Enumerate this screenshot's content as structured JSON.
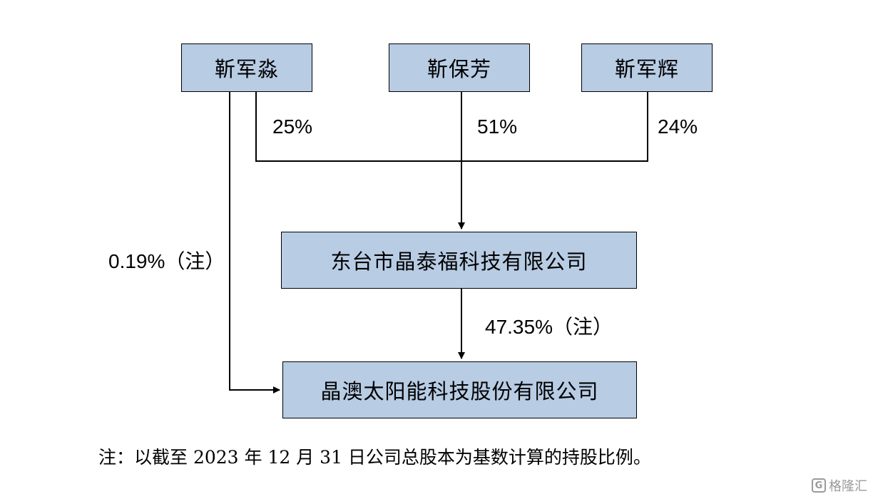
{
  "shareholders": {
    "jin_junmiao": {
      "name": "靳军淼",
      "share": "25%"
    },
    "jin_baofang": {
      "name": "靳保芳",
      "share": "51%"
    },
    "jin_junhui": {
      "name": "靳军辉",
      "share": "24%"
    }
  },
  "holding_company": {
    "name": "东台市晶泰福科技有限公司",
    "share": "47.35%（注）"
  },
  "direct_share": "0.19%（注）",
  "target_company": {
    "name": "晶澳太阳能科技股份有限公司"
  },
  "footnote": "注：以截至 2023 年 12 月 31 日公司总股本为基数计算的持股比例。",
  "watermark": {
    "logo": "G",
    "text": "格隆汇"
  },
  "colors": {
    "box_fill": "#b8cce4",
    "line": "#000000"
  }
}
